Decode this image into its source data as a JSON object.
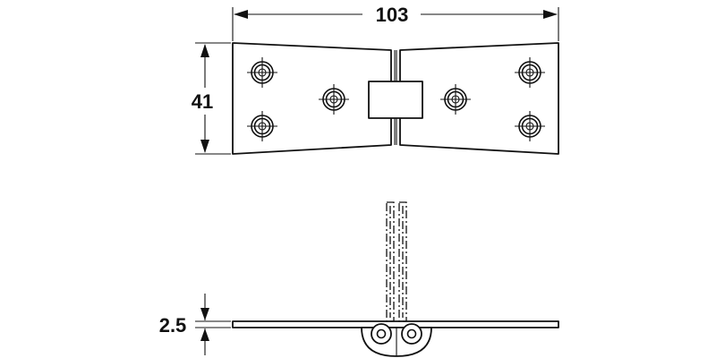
{
  "dimensions": {
    "length": "103",
    "height": "41",
    "thickness": "2.5"
  },
  "colors": {
    "line": "#111111",
    "background": "#ffffff"
  }
}
